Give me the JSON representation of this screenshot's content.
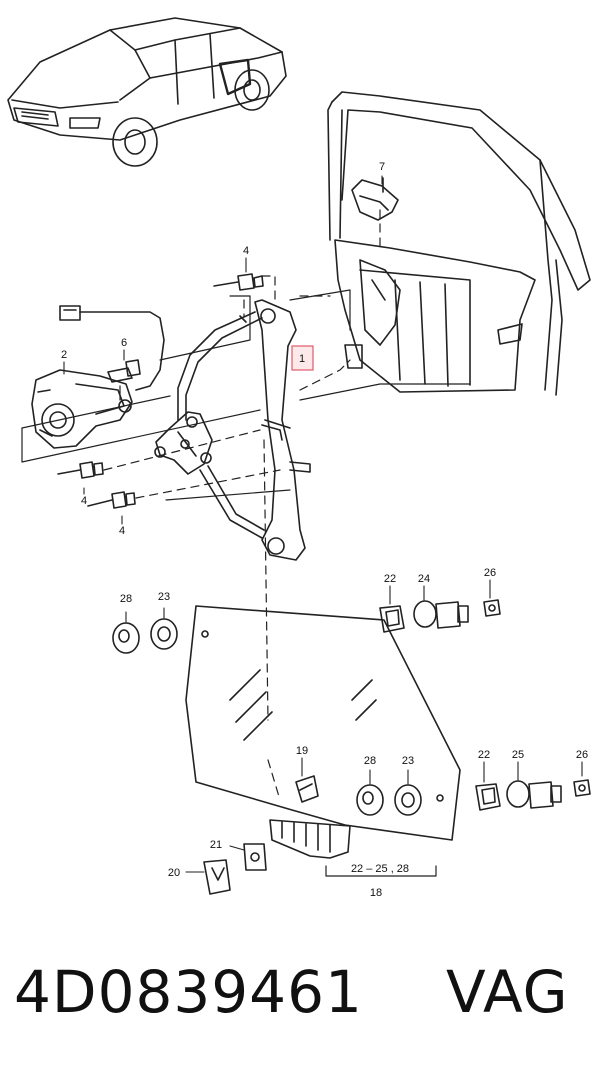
{
  "callouts": {
    "c1": "1",
    "c2": "2",
    "c4a": "4",
    "c4b": "4",
    "c4c": "4",
    "c6": "6",
    "c7": "7",
    "c18": "18",
    "c19": "19",
    "c20": "20",
    "c21": "21",
    "c22a": "22",
    "c22b": "22",
    "c23a": "23",
    "c23b": "23",
    "c24": "24",
    "c25": "25",
    "c26a": "26",
    "c26b": "26",
    "c28a": "28",
    "c28b": "28",
    "range": "22 – 25 , 28"
  },
  "colors": {
    "ink": "#222222",
    "highlight": "#e05a6a"
  },
  "footer": {
    "part_number": "4D0839461",
    "brand": "VAG"
  }
}
